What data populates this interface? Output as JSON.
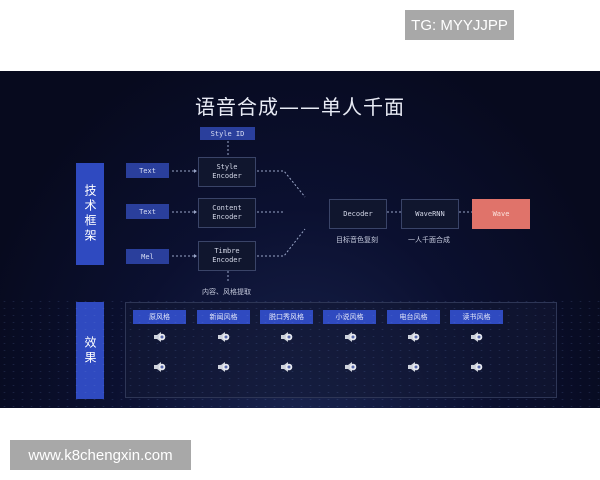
{
  "watermarks": {
    "top_right": "TG: MYYJJPP",
    "bottom_left": "www.k8chengxin.com"
  },
  "slide": {
    "title": "语音合成——单人千面",
    "sections": {
      "tech": "技术框架",
      "effect": "效果"
    },
    "inputs": {
      "style_id": "Style ID",
      "text1": "Text",
      "text2": "Text",
      "mel": "Mel"
    },
    "encoders": {
      "style": [
        "Style",
        "Encoder"
      ],
      "content": [
        "Content",
        "Encoder"
      ],
      "timbre": [
        "Timbre",
        "Encoder"
      ]
    },
    "pipeline": {
      "decoder": "Decoder",
      "vocoder": "WaveRNN",
      "output": "Wave"
    },
    "captions": {
      "timbre_extract": "内容、风格提取",
      "decoder_caption": "目标音色复刻",
      "vocoder_caption": "一人千面合成"
    },
    "styles": [
      {
        "label": "原风格"
      },
      {
        "label": "新闻风格"
      },
      {
        "label": "脱口秀风格"
      },
      {
        "label": "小说风格"
      },
      {
        "label": "电台风格"
      },
      {
        "label": "读书风格"
      }
    ],
    "audio_rows": 2,
    "colors": {
      "background": "#0b1030",
      "accent_blue": "#2f4ac0",
      "output_red": "#e0736a"
    }
  }
}
